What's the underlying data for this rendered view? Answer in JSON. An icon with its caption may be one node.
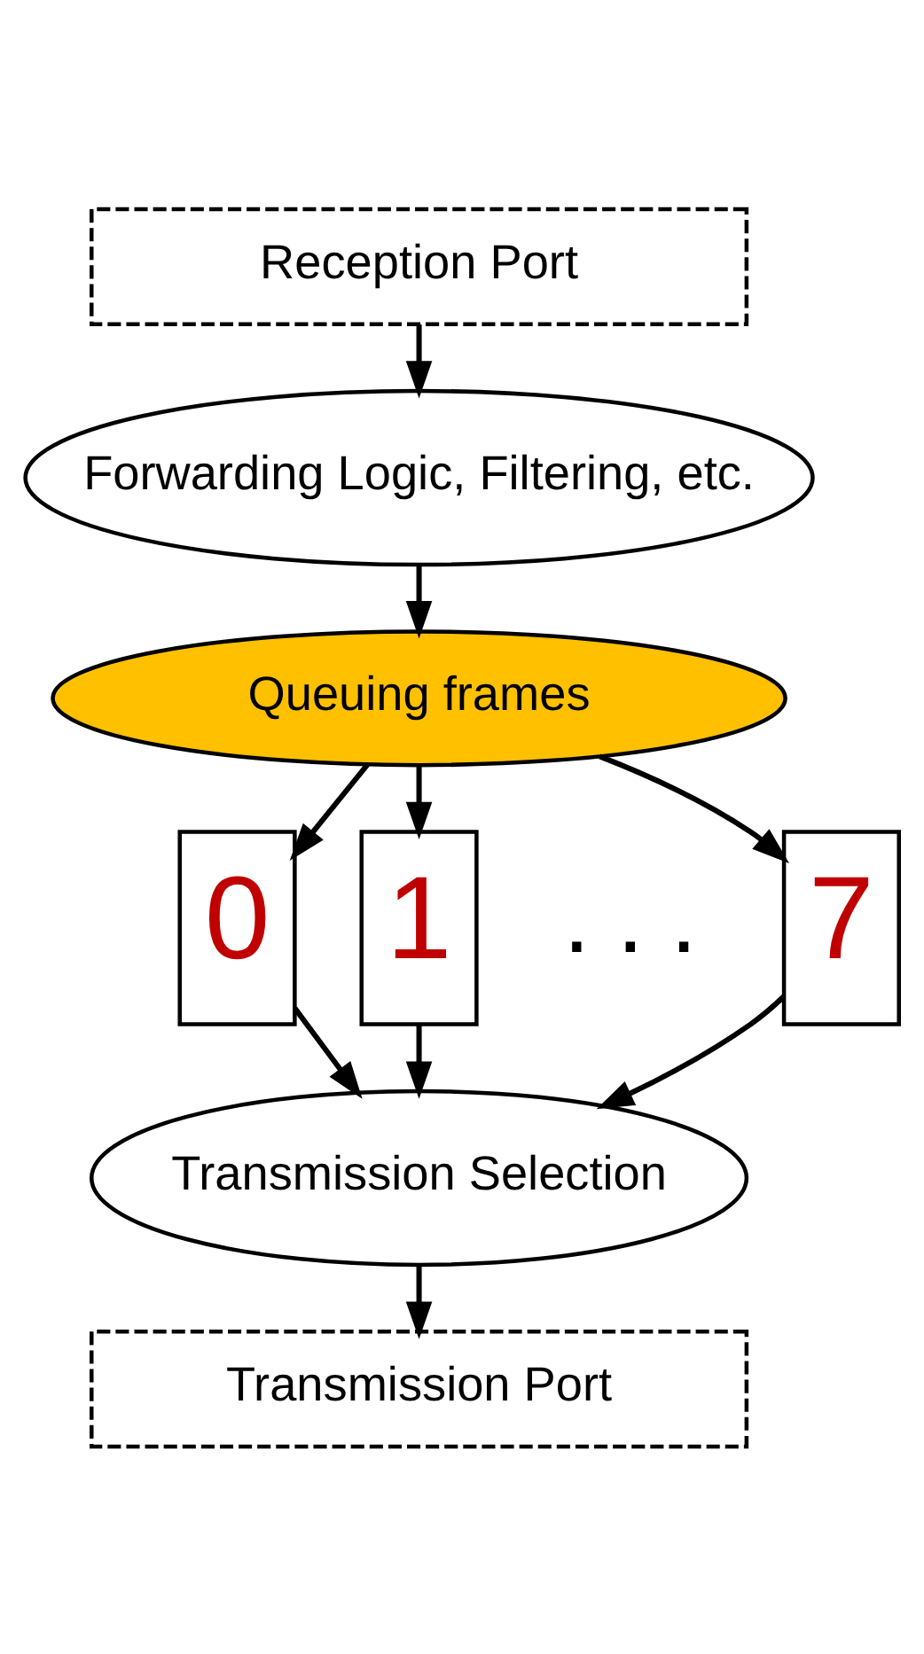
{
  "diagram": {
    "nodes": [
      {
        "text": [
          "Reception Port"
        ]
      },
      {
        "text": [
          "Forwarding Logic, Filtering, etc."
        ]
      },
      {
        "text": [
          "Queuing frames"
        ]
      },
      {
        "text": [
          "0"
        ]
      },
      {
        "text": [
          "1"
        ]
      },
      {
        "text": [
          "7"
        ]
      },
      {
        "text": [
          "Transmission Selection"
        ]
      },
      {
        "text": [
          "Transmission Port"
        ]
      }
    ],
    "edges": [
      {
        "from": 0,
        "to": 1,
        "arrow": "to"
      },
      {
        "from": 1,
        "to": 2,
        "arrow": "to"
      },
      {
        "from": 2,
        "to": 3,
        "arrow": "to"
      },
      {
        "from": 2,
        "to": 4,
        "arrow": "to"
      },
      {
        "from": 2,
        "to": 5,
        "arrow": "to"
      },
      {
        "from": 3,
        "to": 6,
        "arrow": "to"
      },
      {
        "from": 4,
        "to": 6,
        "arrow": "to"
      },
      {
        "from": 5,
        "to": 6,
        "arrow": "to"
      },
      {
        "from": 6,
        "to": 7,
        "arrow": "to"
      }
    ],
    "labels": [
      ". . ."
    ]
  }
}
